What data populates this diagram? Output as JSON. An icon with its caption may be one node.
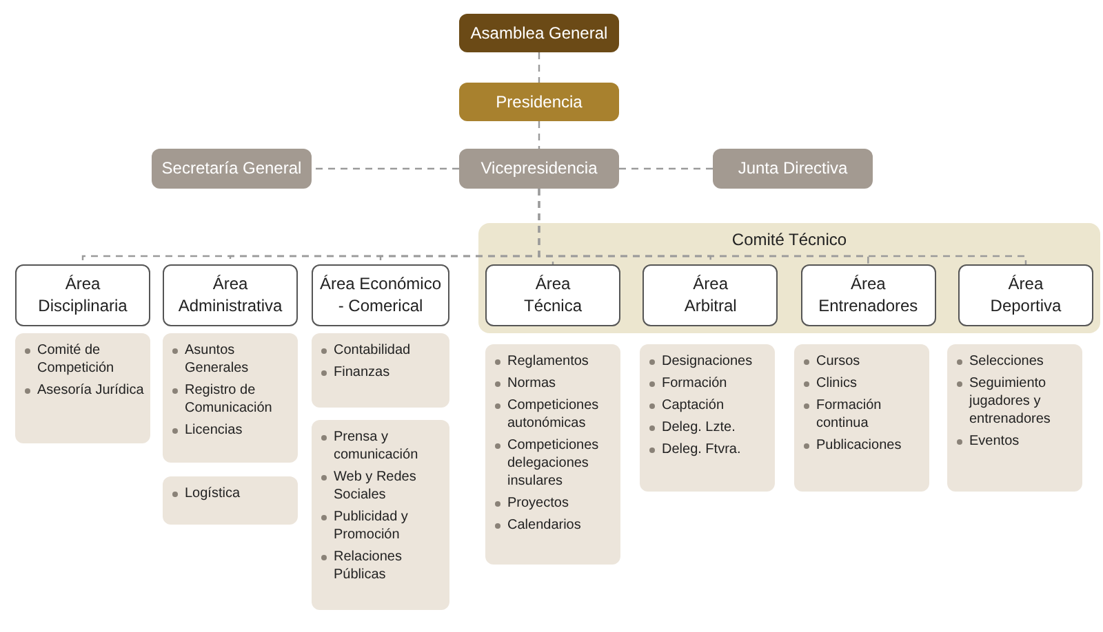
{
  "diagram": {
    "nodes": [
      {
        "text": [
          "Asamblea General"
        ]
      },
      {
        "text": [
          "Presidencia"
        ]
      },
      {
        "text": [
          "Secretaría General"
        ]
      },
      {
        "text": [
          "Vicepresidencia"
        ]
      },
      {
        "text": [
          "Junta Directiva"
        ]
      },
      {
        "text": [
          "Comité Técnico"
        ]
      },
      {
        "text": [
          "Área Disciplinaria"
        ]
      },
      {
        "text": [
          "Área Administrativa"
        ]
      },
      {
        "text": [
          "Área Económico - Comerical"
        ]
      },
      {
        "text": [
          "Área Técnica"
        ],
        "in": 5
      },
      {
        "text": [
          "Área Arbitral"
        ],
        "in": 5
      },
      {
        "text": [
          "Área Entrenadores"
        ],
        "in": 5
      },
      {
        "text": [
          "Área Deportiva"
        ],
        "in": 5
      },
      {
        "text": [
          "Comité de Competición",
          "Asesoría Jurídica"
        ]
      },
      {
        "text": [
          "Asuntos Generales",
          "Registro de Comunicación",
          "Licencias"
        ]
      },
      {
        "text": [
          "Logística"
        ]
      },
      {
        "text": [
          "Contabilidad",
          "Finanzas"
        ]
      },
      {
        "text": [
          "Prensa y comunicación",
          "Web y Redes Sociales",
          "Publicidad y Promoción",
          "Relaciones Públicas"
        ]
      },
      {
        "text": [
          "Reglamentos",
          "Normas",
          "Competiciones autonómicas",
          "Competiciones delegaciones insulares",
          "Proyectos",
          "Calendarios"
        ]
      },
      {
        "text": [
          "Designaciones",
          "Formación",
          "Captación",
          "Deleg. Lzte.",
          "Deleg. Ftvra."
        ]
      },
      {
        "text": [
          "Cursos",
          "Clinics",
          "Formación continua",
          "Publicaciones"
        ]
      },
      {
        "text": [
          "Selecciones",
          "Seguimiento jugadores y entrenadores",
          "Eventos"
        ]
      }
    ],
    "edges": [
      {
        "from": 0,
        "to": 1,
        "arrow": "none",
        "style": "dashed"
      },
      {
        "from": 1,
        "to": 3,
        "arrow": "none",
        "style": "dashed"
      },
      {
        "from": 3,
        "to": 2,
        "arrow": "none",
        "style": "dashed"
      },
      {
        "from": 3,
        "to": 4,
        "arrow": "none",
        "style": "dashed"
      },
      {
        "from": 3,
        "to": 6,
        "arrow": "none",
        "style": "dashed"
      },
      {
        "from": 3,
        "to": 7,
        "arrow": "none",
        "style": "dashed"
      },
      {
        "from": 3,
        "to": 8,
        "arrow": "none",
        "style": "dashed"
      },
      {
        "from": 3,
        "to": 9,
        "arrow": "none",
        "style": "dashed"
      },
      {
        "from": 3,
        "to": 10,
        "arrow": "none",
        "style": "dashed"
      },
      {
        "from": 3,
        "to": 11,
        "arrow": "none",
        "style": "dashed"
      },
      {
        "from": 3,
        "to": 12,
        "arrow": "none",
        "style": "dashed"
      }
    ]
  }
}
